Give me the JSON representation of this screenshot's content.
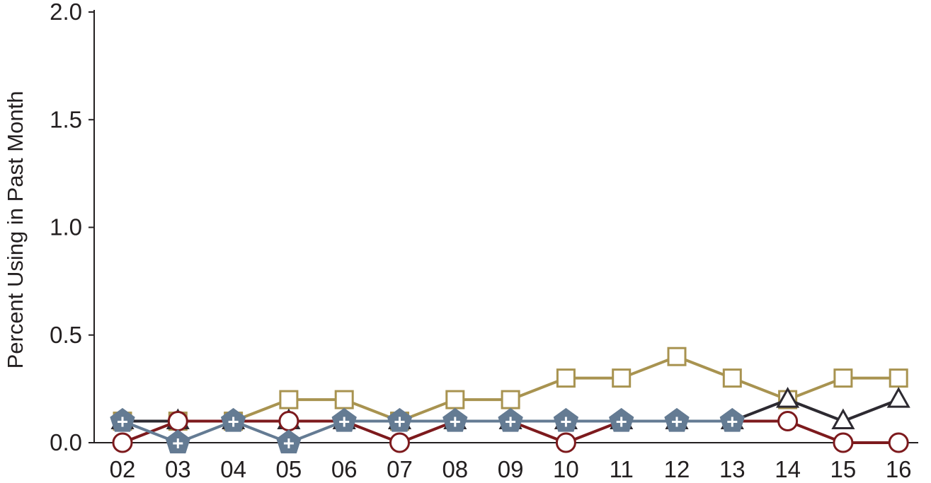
{
  "chart_data": {
    "type": "line",
    "title": "",
    "xlabel": "",
    "ylabel": "Percent Using in Past Month",
    "categories": [
      "02",
      "03",
      "04",
      "05",
      "06",
      "07",
      "08",
      "09",
      "10",
      "11",
      "12",
      "13",
      "14",
      "15",
      "16"
    ],
    "yticks": [
      "0.0",
      "0.5",
      "1.0",
      "1.5",
      "2.0"
    ],
    "ylim": [
      0,
      2.0
    ],
    "grid": false,
    "legend": "none",
    "series": [
      {
        "color": "#a89350",
        "marker": "square",
        "values": [
          0.1,
          0.1,
          0.1,
          0.2,
          0.2,
          0.1,
          0.2,
          0.2,
          0.3,
          0.3,
          0.4,
          0.3,
          0.2,
          0.3,
          0.3
        ]
      },
      {
        "color": "#2d2a31",
        "marker": "triangle",
        "values": [
          0.1,
          0.1,
          0.1,
          0.1,
          0.1,
          0.1,
          0.1,
          0.1,
          0.1,
          0.1,
          0.1,
          0.1,
          0.2,
          0.1,
          0.2
        ]
      },
      {
        "color": "#7d1a1d",
        "marker": "circle",
        "values": [
          0.0,
          0.1,
          0.1,
          0.1,
          0.1,
          0.0,
          0.1,
          0.1,
          0.0,
          0.1,
          0.1,
          0.1,
          0.1,
          0.0,
          0.0
        ]
      },
      {
        "color": "#647b93",
        "marker": "pentagon-plus",
        "values": [
          0.1,
          0.0,
          0.1,
          0.0,
          0.1,
          0.1,
          0.1,
          0.1,
          0.1,
          0.1,
          0.1,
          0.1,
          null,
          null,
          null
        ]
      }
    ]
  }
}
